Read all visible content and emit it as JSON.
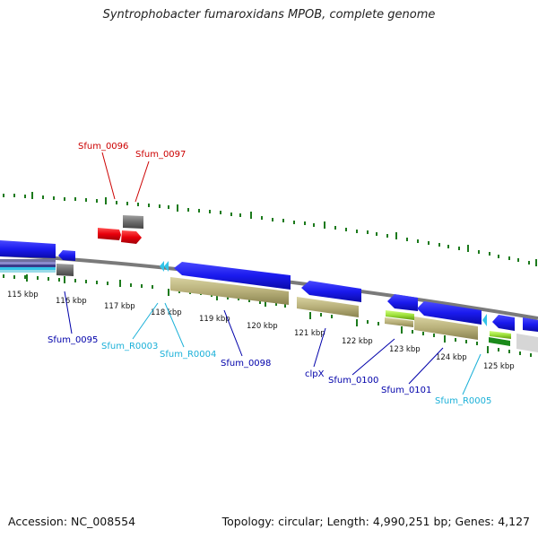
{
  "header": {
    "title": "Syntrophobacter fumaroxidans MPOB, complete genome"
  },
  "footer": {
    "accession": "Accession: NC_008554",
    "topology": "Topology: circular; Length: 4,990,251 bp; Genes: 4,127"
  },
  "scale_labels": [
    "115 kbp",
    "116 kbp",
    "117 kbp",
    "118 kbp",
    "119 kbp",
    "120 kbp",
    "121 kbp",
    "122 kbp",
    "123 kbp",
    "124 kbp",
    "125 kbp"
  ],
  "gene_labels": {
    "sfum_0096": "Sfum_0096",
    "sfum_0097": "Sfum_0097",
    "sfum_0095": "Sfum_0095",
    "sfum_r0003": "Sfum_R0003",
    "sfum_r0004": "Sfum_R0004",
    "sfum_0098": "Sfum_0098",
    "clpx": "clpX",
    "sfum_0100": "Sfum_0100",
    "sfum_0101": "Sfum_0101",
    "sfum_r0005": "Sfum_R0005"
  },
  "colors": {
    "pseudo_red": "#e8000b",
    "other_gray": "#6e6e6e",
    "cds_blue": "#1a1aee",
    "rna_cyan": "#33c4e8",
    "olive": "#b8b07a",
    "lime": "#9de03a",
    "dark_green": "#1a8a1a",
    "tick_green": "#1c7a1c",
    "label_red": "#cc0000",
    "label_blue": "#0000aa",
    "label_cyan": "#1ab0d8"
  }
}
